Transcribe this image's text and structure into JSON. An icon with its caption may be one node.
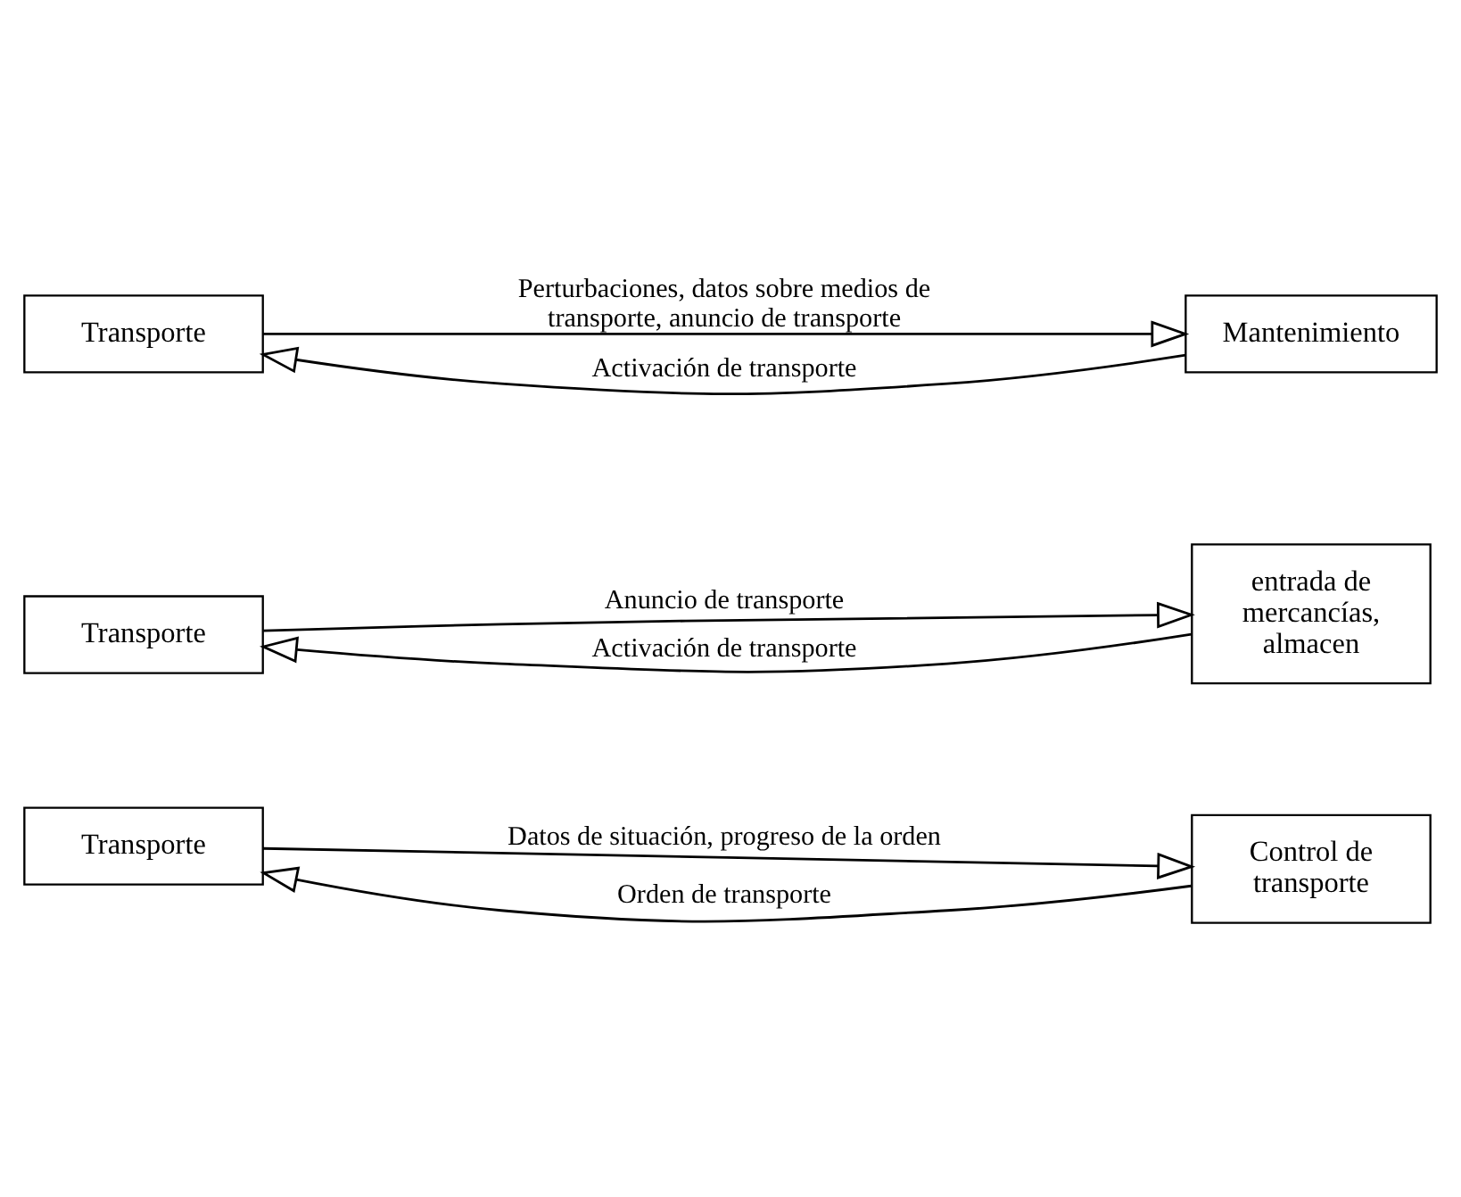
{
  "diagram": {
    "nodes": [
      {
        "text": [
          "Transporte"
        ]
      },
      {
        "text": [
          "Control de transporte"
        ]
      },
      {
        "text": [
          "Transporte"
        ]
      },
      {
        "text": [
          "entrada de mercancías, almacen"
        ]
      },
      {
        "text": [
          "Transporte"
        ]
      },
      {
        "text": [
          "Mantenimiento"
        ]
      }
    ],
    "edges": [
      {
        "from": 0,
        "to": 1,
        "arrow": "to",
        "label": "Datos de situación, progreso de la orden"
      },
      {
        "from": 1,
        "to": 0,
        "arrow": "to",
        "label": "Orden de transporte"
      },
      {
        "from": 2,
        "to": 3,
        "arrow": "to",
        "label": "Anuncio de transporte"
      },
      {
        "from": 3,
        "to": 2,
        "arrow": "to",
        "label": "Activación de transporte"
      },
      {
        "from": 4,
        "to": 5,
        "arrow": "to",
        "label": "Perturbaciones, datos sobre medios de transporte, anuncio de transporte"
      },
      {
        "from": 5,
        "to": 4,
        "arrow": "to",
        "label": "Activación de transporte"
      }
    ]
  }
}
